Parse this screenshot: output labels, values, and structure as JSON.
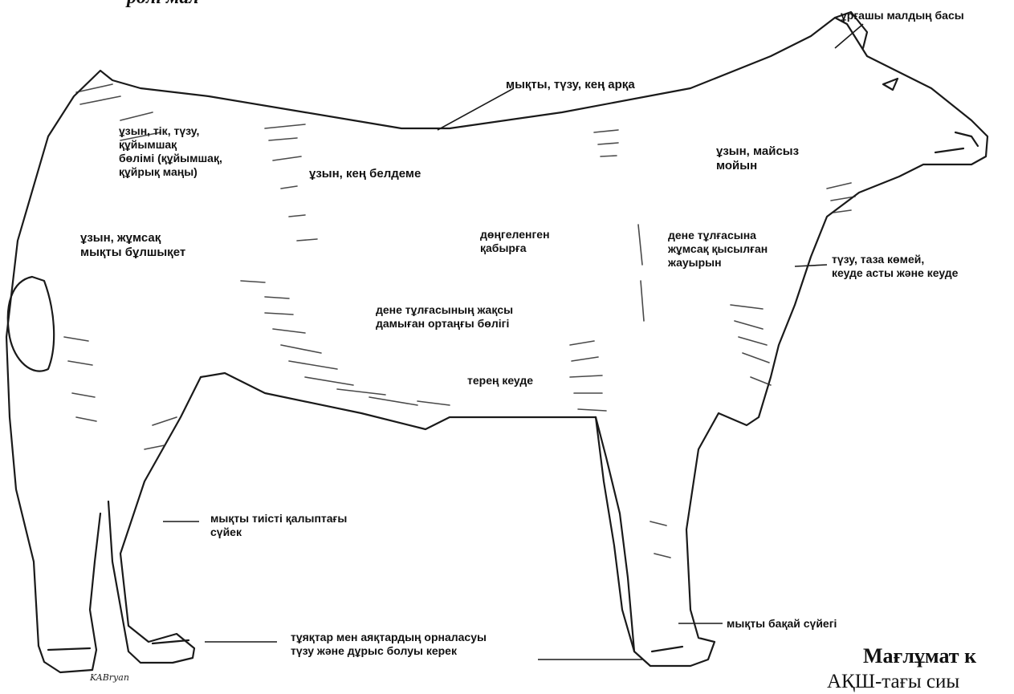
{
  "diagram": {
    "labels": {
      "head": "ұрғашы малдың басы",
      "back": "мықты, түзу, кең арқа",
      "rump": "ұзын, тік, түзу,\nқұйымшақ\nбөлімі (құйымшақ,\nқұйрық маңы)",
      "loin": "ұзын, кең белдеме",
      "neck": "ұзын, майсыз\nмойын",
      "quarter": "ұзын, жұмсақ\nмықты бұлшықет",
      "rib": "дөңгеленген\nқабырға",
      "shoulder": "дене тұлғасына\nжұмсақ қысылған\nжауырын",
      "brisket": "түзу, таза көмей,\nкеуде асты және кеуде",
      "middle": "дене тұлғасының жақсы\nдамыған ортаңғы бөлігі",
      "chest": "терең кеуде",
      "bone": "мықты тиісті қалыптағы\nсүйек",
      "pastern": "мықты бақай сүйегі",
      "feet": "тұяқтар мен аяқтардың орналасуы\nтүзу және дұрыс болуы керек"
    },
    "signature": "KABryan"
  },
  "page_fragments": {
    "top": "рөлі мал",
    "heading": "Мағлұмат к",
    "body": "АҚШ-тағы сиы"
  }
}
